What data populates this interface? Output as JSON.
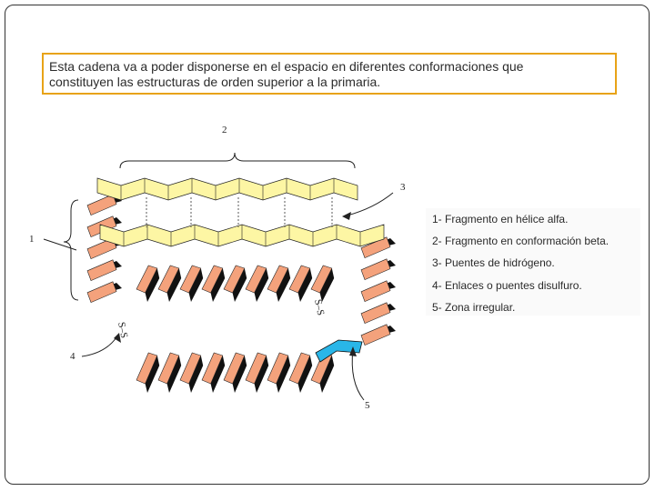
{
  "intro": {
    "line1": "Esta cadena va a poder disponerse en el espacio en diferentes conformaciones que",
    "line2": "constituyen las estructuras de orden superior a la primaria."
  },
  "diagram": {
    "callouts": {
      "c1": "1",
      "c2": "2",
      "c3": "3",
      "c4": "4",
      "c5": "5"
    },
    "disulfide": {
      "left": "S–S",
      "right": "S–S"
    },
    "colors": {
      "helix": "#f4a27c",
      "helix_shadow": "#111111",
      "sheet": "#fdf6a4",
      "irregular": "#29b6e8"
    }
  },
  "legend": {
    "items": [
      "1- Fragmento en hélice alfa.",
      "2- Fragmento en conformación beta.",
      "3- Puentes de hidrógeno.",
      "4- Enlaces o puentes disulfuro.",
      "5- Zona irregular."
    ]
  }
}
